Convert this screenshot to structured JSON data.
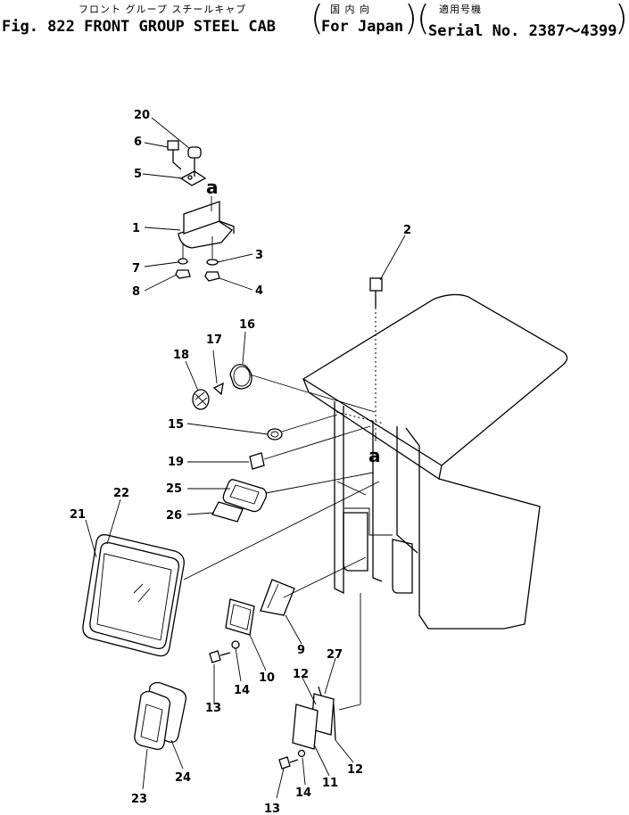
{
  "header": {
    "title_jp": "フロント グループ スチールキャブ",
    "title_en": "Fig. 822 FRONT GROUP STEEL CAB",
    "market_jp": "国 内 向",
    "market_en": "For Japan",
    "serial_jp": "適用号機",
    "serial_en": "Serial No. 2387～4399"
  },
  "callouts": [
    "1",
    "2",
    "3",
    "4",
    "5",
    "6",
    "7",
    "8",
    "9",
    "10",
    "11",
    "12",
    "12",
    "13",
    "13",
    "14",
    "14",
    "15",
    "16",
    "17",
    "18",
    "19",
    "20",
    "21",
    "22",
    "23",
    "24",
    "25",
    "26",
    "27"
  ],
  "ref_marks": [
    "a",
    "a"
  ]
}
